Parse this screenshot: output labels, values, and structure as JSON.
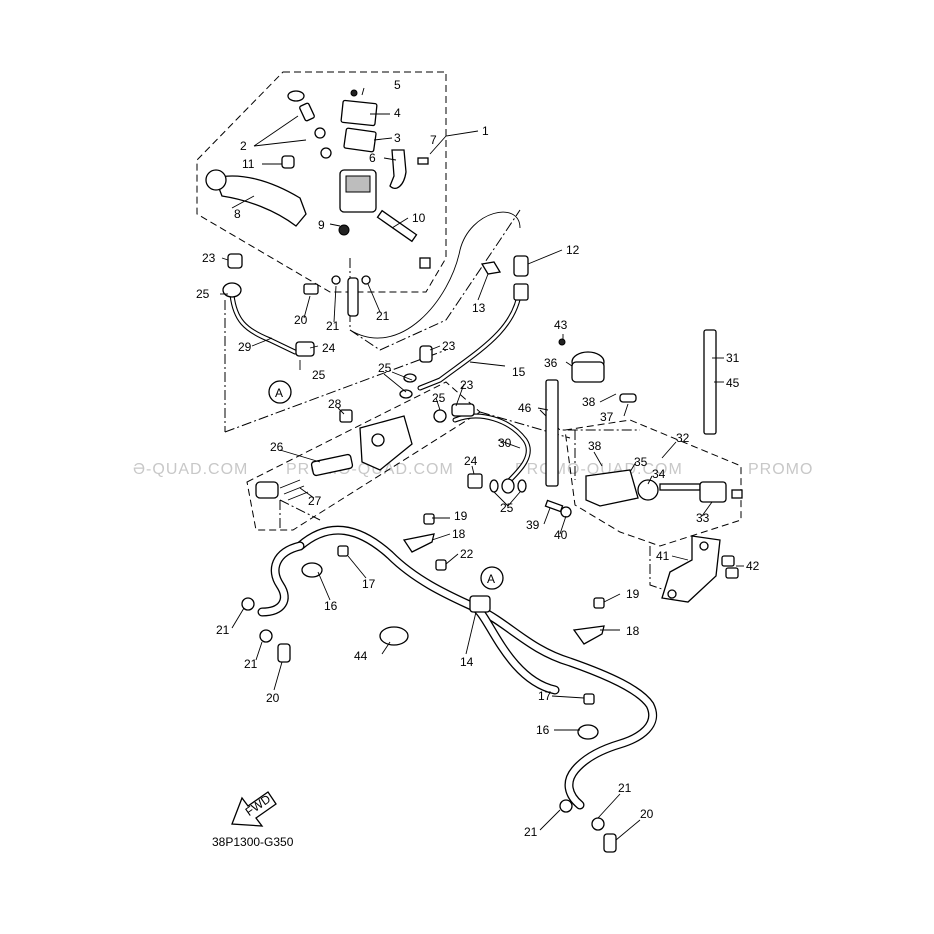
{
  "diagram": {
    "code": "38P1300-G350",
    "fwd_label": "FWD",
    "view_marker": "A",
    "watermark_left": "Ə-QUAD.COM",
    "watermark_mid1": "PROMO-QUAD.COM",
    "watermark_mid2": "PROMO-QUAD.COM",
    "watermark_right": "PROMO"
  },
  "callouts": [
    "1",
    "2",
    "3",
    "4",
    "5",
    "6",
    "7",
    "8",
    "9",
    "10",
    "11",
    "12",
    "13",
    "14",
    "15",
    "16",
    "16",
    "17",
    "17",
    "18",
    "18",
    "19",
    "19",
    "20",
    "20",
    "20",
    "21",
    "21",
    "21",
    "21",
    "21",
    "21",
    "22",
    "23",
    "23",
    "23",
    "24",
    "24",
    "25",
    "25",
    "25",
    "25",
    "25",
    "26",
    "27",
    "28",
    "29",
    "30",
    "31",
    "32",
    "33",
    "34",
    "35",
    "36",
    "37",
    "38",
    "38",
    "39",
    "40",
    "41",
    "42",
    "43",
    "44",
    "45",
    "46"
  ]
}
